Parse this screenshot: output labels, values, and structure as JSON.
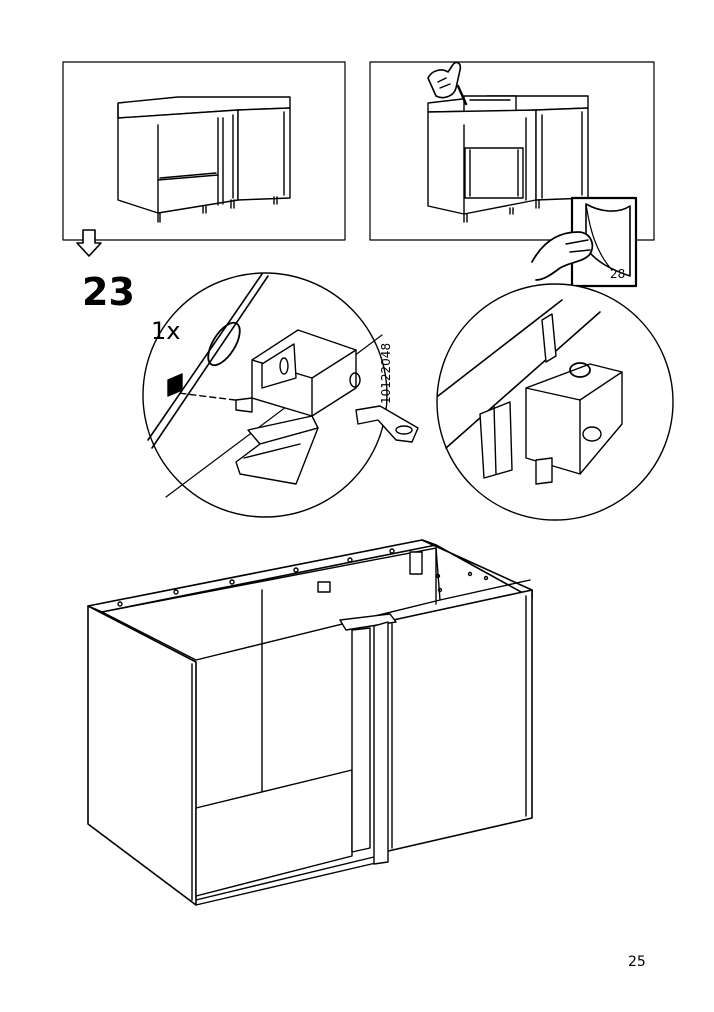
{
  "step": {
    "number": "23"
  },
  "quantity": {
    "label": "1x"
  },
  "part": {
    "number": "10122048"
  },
  "reference": {
    "page": "28"
  },
  "footer": {
    "page_number": "25"
  }
}
